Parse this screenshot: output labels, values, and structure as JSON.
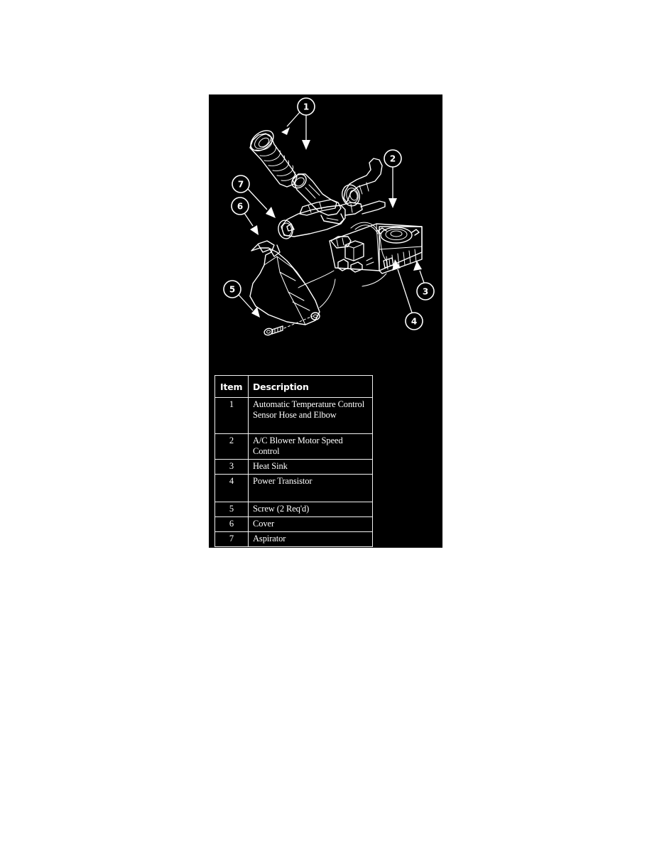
{
  "figure": {
    "background_color": "#000000",
    "line_color": "#ffffff",
    "page_background": "#ffffff",
    "callouts": [
      {
        "id": "1",
        "label": "1",
        "target": "Automatic Temperature Control Sensor Hose and Elbow"
      },
      {
        "id": "2",
        "label": "2",
        "target": "A/C Blower Motor Speed Control"
      },
      {
        "id": "3",
        "label": "3",
        "target": "Heat Sink"
      },
      {
        "id": "4",
        "label": "4",
        "target": "Power Transistor"
      },
      {
        "id": "5",
        "label": "5",
        "target": "Screw (2 Req'd)"
      },
      {
        "id": "6",
        "label": "6",
        "target": "Cover"
      },
      {
        "id": "7",
        "label": "7",
        "target": "Aspirator"
      }
    ]
  },
  "legend": {
    "headers": {
      "item": "Item",
      "description": "Description"
    },
    "rows": [
      {
        "item": "1",
        "description": "Automatic Temperature Control Sensor Hose and Elbow"
      },
      {
        "item": "2",
        "description": "A/C Blower Motor Speed Control"
      },
      {
        "item": "3",
        "description": "Heat Sink"
      },
      {
        "item": "4",
        "description": "Power Transistor"
      },
      {
        "item": "5",
        "description": "Screw (2 Req'd)"
      },
      {
        "item": "6",
        "description": "Cover"
      },
      {
        "item": "7",
        "description": "Aspirator"
      }
    ]
  }
}
